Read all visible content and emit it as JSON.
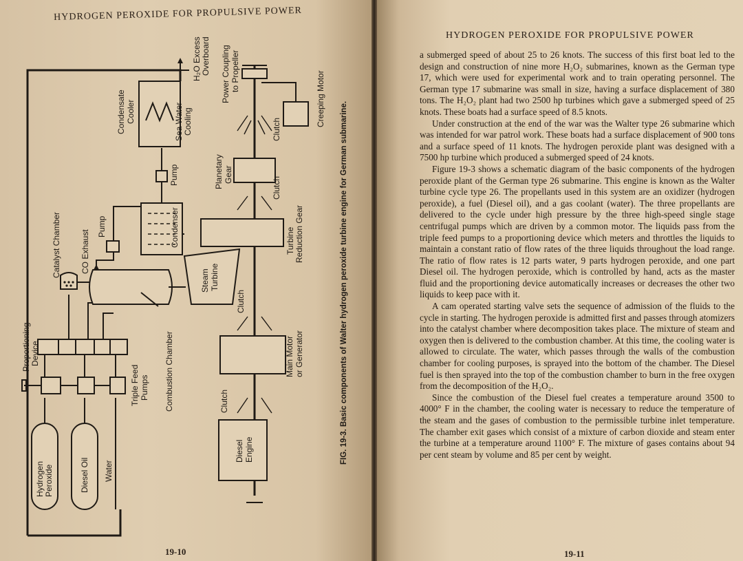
{
  "left_page": {
    "running_head": "HYDROGEN PEROXIDE FOR PROPULSIVE POWER",
    "folio": "19-10"
  },
  "figure": {
    "caption": "FIG. 19-3. Basic components of Walter hydrogen peroxide turbine engine for German submarine.",
    "labels": {
      "proportioning_device": [
        "Proportioning",
        "Device"
      ],
      "triple_feed_pumps": [
        "Triple Feed",
        "Pumps"
      ],
      "hydrogen_peroxide": [
        "Hydrogen",
        "Peroxide"
      ],
      "diesel_oil": "Diesel Oil",
      "water": "Water",
      "catalyst_chamber": "Catalyst Chamber",
      "co_exhaust": "CO  Exhaust",
      "pump": "Pump",
      "combustion_chamber": "Combustion Chamber",
      "condensate_cooler": [
        "Condensate",
        "Cooler"
      ],
      "sea_water_cooling": [
        "Sea Water",
        "Cooling"
      ],
      "h2o_excess_overboard": [
        "H₂O Excess",
        "Overboard"
      ],
      "condenser": "Condenser",
      "steam_turbine": [
        "Steam",
        "Turbine"
      ],
      "power_coupling": [
        "Power Coupling",
        "to Propeller"
      ],
      "planetary_gear": [
        "Planetary",
        "Gear"
      ],
      "clutch": "Clutch",
      "turbine_reduction_gear": [
        "Turbine",
        "Reduction Gear"
      ],
      "creeping_motor": "Creeping Motor",
      "main_motor": [
        "Main Motor",
        "or Generator"
      ],
      "diesel_engine": [
        "Diesel",
        "Engine"
      ]
    }
  },
  "right_page": {
    "running_head": "HYDROGEN PEROXIDE FOR PROPULSIVE POWER",
    "folio": "19-11",
    "paragraphs": [
      "a submerged speed of about 25 to 26 knots. The success of this first boat led to the design and construction of nine more H₂O₂ submarines, known as the German type 17, which were used for experimental work and to train operating personnel. The German type 17 submarine was small in size, having a surface displacement of 380 tons. The H₂O₂ plant had two 2500 hp turbines which gave a submerged speed of 25 knots. These boats had a surface speed of 8.5 knots.",
      "Under construction at the end of the war was the Walter type 26 submarine which was intended for war patrol work. These boats had a surface displacement of 900 tons and a surface speed of 11 knots. The hydrogen peroxide plant was designed with a 7500 hp turbine which produced a submerged speed of 24 knots.",
      "Figure 19-3 shows a schematic diagram of the basic components of the hydrogen peroxide plant of the German type 26 submarine. This engine is known as the Walter turbine cycle type 26. The propellants used in this system are an oxidizer (hydrogen peroxide), a fuel (Diesel oil), and a gas coolant (water). The three propellants are delivered to the cycle under high pressure by the three high-speed single stage centrifugal pumps which are driven by a common motor. The liquids pass from the triple feed pumps to a proportioning device which meters and throttles the liquids to maintain a constant ratio of flow rates of the three liquids throughout the load range. The ratio of flow rates is 12 parts water, 9 parts hydrogen peroxide, and one part Diesel oil. The hydrogen peroxide, which is controlled by hand, acts as the master fluid and the proportioning device automatically increases or decreases the other two liquids to keep pace with it.",
      "A cam operated starting valve sets the sequence of admission of the fluids to the cycle in starting. The hydrogen peroxide is admitted first and passes through atomizers into the catalyst chamber where decomposition takes place. The mixture of steam and oxygen then is delivered to the combustion chamber. At this time, the cooling water is allowed to circulate. The water, which passes through the walls of the combustion chamber for cooling purposes, is sprayed into the bottom of the chamber. The Diesel fuel is then sprayed into the top of the combustion chamber to burn in the free oxygen from the decomposition of the H₂O₂.",
      "Since the combustion of the Diesel fuel creates a temperature around 3500 to 4000° F in the chamber, the cooling water is necessary to reduce the temperature of the steam and the gases of combustion to the permissible turbine inlet temperature. The chamber exit gases which consist of a mixture of carbon dioxide and steam enter the turbine at a temperature around 1100° F. The mixture of gases contains about 94 per cent steam by volume and 85 per cent by weight."
    ]
  }
}
